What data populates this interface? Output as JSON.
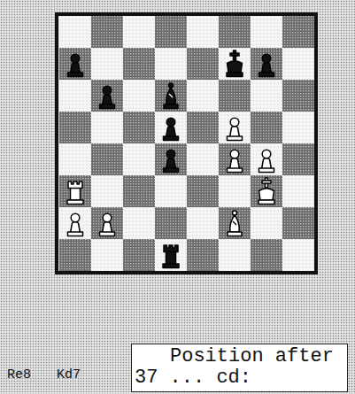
{
  "diagram": {
    "nodes": [
      {
        "text": [
          "Position after 37 ... cd:"
        ]
      }
    ],
    "labels": [
      "Re8",
      "Kd7"
    ]
  }
}
